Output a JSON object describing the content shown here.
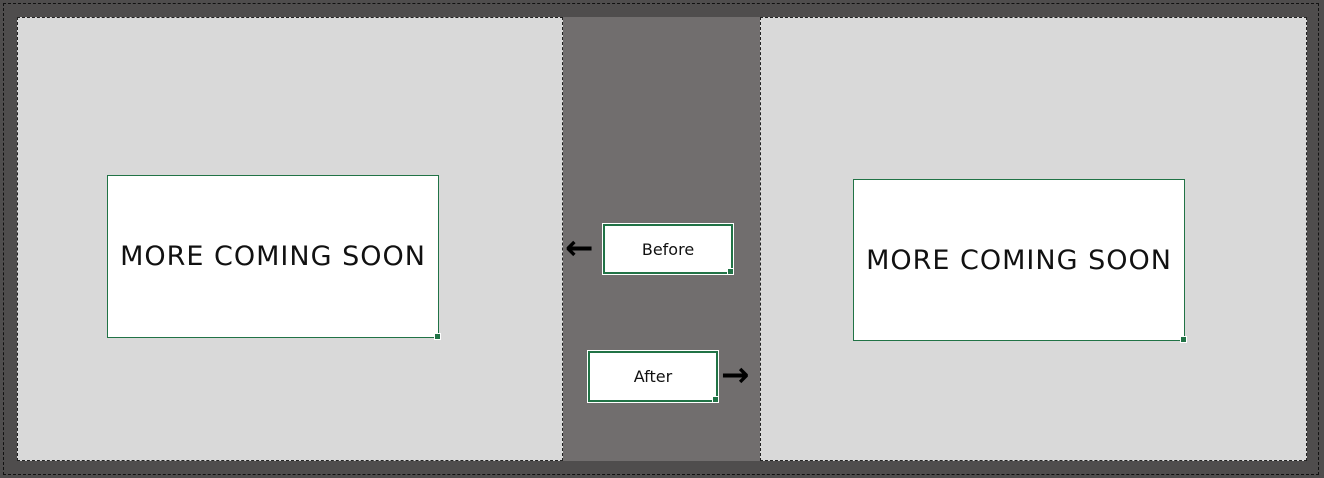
{
  "left_panel": {
    "card_text": "MORE COMING SOON"
  },
  "right_panel": {
    "card_text": "MORE COMING SOON"
  },
  "navigation": {
    "before_label": "Before",
    "after_label": "After",
    "before_arrow": "←",
    "after_arrow": "→"
  },
  "colors": {
    "frame": "#4f4d4d",
    "panel": "#d9d9d9",
    "middle": "#716e6e",
    "selection_border": "#217346"
  }
}
